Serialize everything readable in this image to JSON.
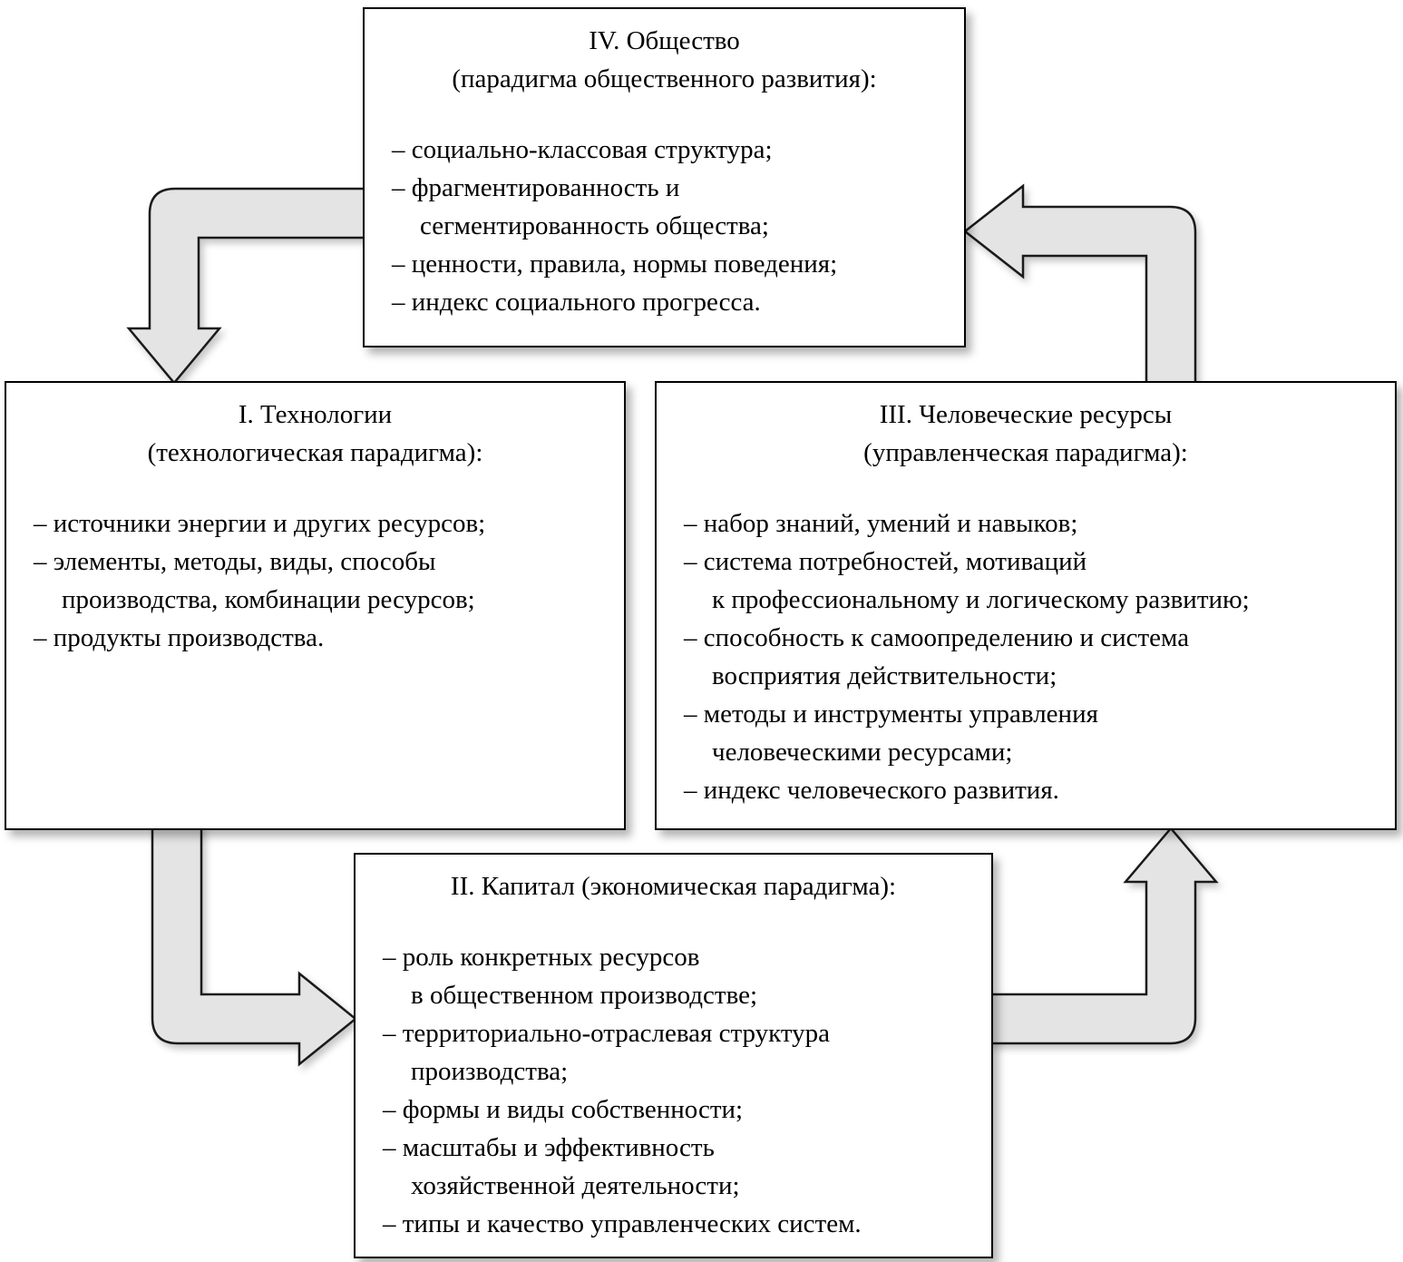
{
  "colors": {
    "arrow_fill": "#e4e4e4",
    "arrow_stroke": "#1a1a1a",
    "box_border": "#000000",
    "box_background": "#ffffff",
    "text": "#000000"
  },
  "boxes": {
    "society": {
      "title": [
        "IV. Общество",
        "(парадигма общественного развития):"
      ],
      "items": [
        "– социально-классовая структура;",
        "– фрагментированность и\nсегментированность общества;",
        "– ценности, правила, нормы поведения;",
        "– индекс социального прогресса."
      ]
    },
    "technology": {
      "title": [
        "I. Технологии",
        "(технологическая парадигма):"
      ],
      "items": [
        "– источники энергии и других ресурсов;",
        "– элементы, методы, виды, способы\nпроизводства, комбинации ресурсов;",
        "– продукты производства."
      ]
    },
    "human_resources": {
      "title": [
        "III. Человеческие ресурсы",
        "(управленческая парадигма):"
      ],
      "items": [
        "– набор знаний, умений и навыков;",
        "– система потребностей, мотиваций\nк профессиональному и логическому развитию;",
        "– способность к самоопределению и система\nвосприятия действительности;",
        "– методы и инструменты управления\nчеловеческими ресурсами;",
        "– индекс человеческого развития."
      ]
    },
    "capital": {
      "title": [
        "II. Капитал (экономическая парадигма):"
      ],
      "items": [
        "– роль конкретных ресурсов\nв общественном производстве;",
        "– территориально-отраслевая структура\nпроизводства;",
        "– формы и виды собственности;",
        "– масштабы и эффективность\nхозяйственной деятельности;",
        "– типы и качество управленческих систем."
      ]
    }
  }
}
